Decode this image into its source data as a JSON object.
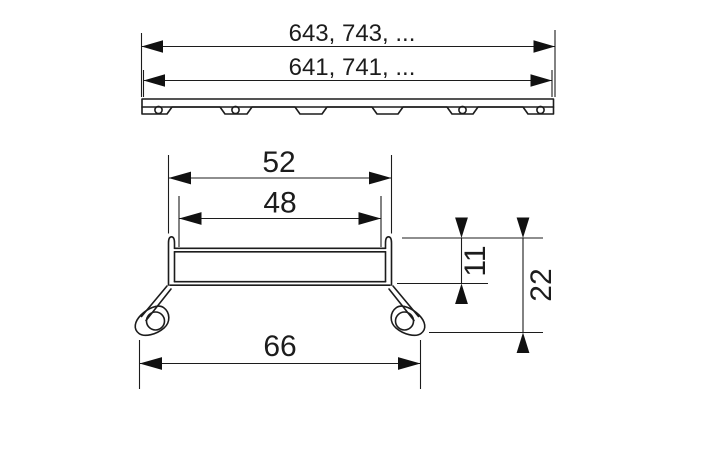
{
  "page": {
    "background": "#ffffff",
    "line_color": "#1c1c1c"
  },
  "drawing": {
    "top_view": {
      "description": "channel side elevation",
      "grate_length": "643, 743, ...",
      "channel_length": "641, 741, ..."
    },
    "section_view": {
      "description": "channel cross-section",
      "outer_width": "52",
      "inner_width": "48",
      "base_width": "66",
      "rim_height": "11",
      "total_height": "22"
    }
  }
}
